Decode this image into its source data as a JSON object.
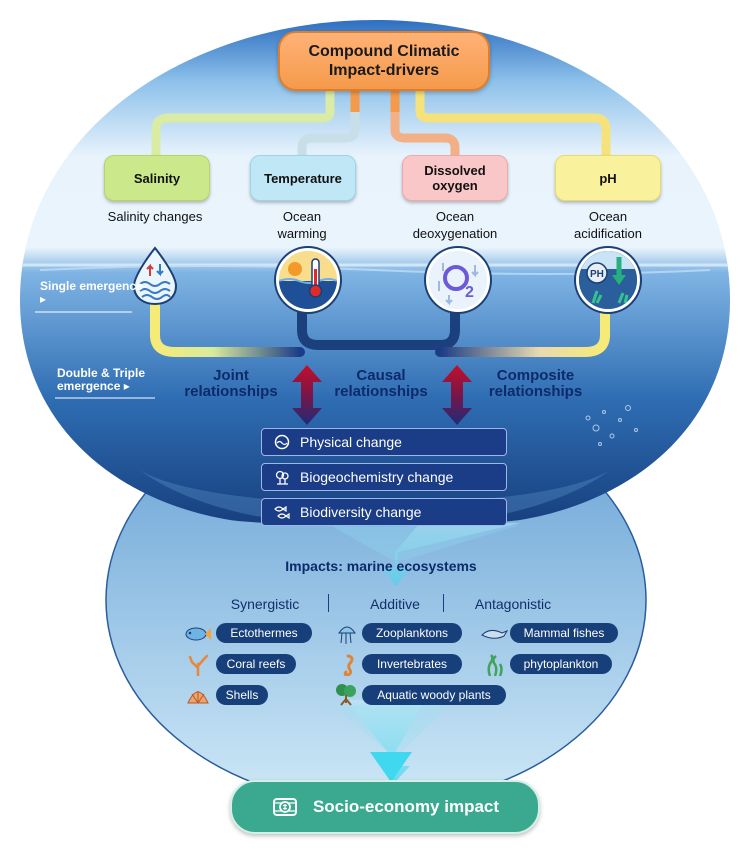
{
  "title": "Compound Climatic Impact-drivers",
  "drivers": [
    {
      "label": "Salinity",
      "desc": "Salinity changes"
    },
    {
      "label": "Temperature",
      "desc": "Ocean warming"
    },
    {
      "label": "Dissolved oxygen",
      "desc": "Ocean deoxygenation"
    },
    {
      "label": "pH",
      "desc": "Ocean acidification"
    }
  ],
  "icons": {
    "salinity": "water-drop-icon",
    "temperature": "thermometer-icon",
    "oxygen": "o2-icon",
    "ph": "ph-icon",
    "ph_text": "PH",
    "o2_text": "O",
    "o2_sub": "2"
  },
  "emergence": {
    "single": "Single emergence",
    "multiple": "Double & Triple emergence"
  },
  "relationships": {
    "joint": "Joint relationships",
    "causal": "Causal relationships",
    "composite": "Composite relationships"
  },
  "changes": [
    "Physical change",
    "Biogeochemistry change",
    "Biodiversity change"
  ],
  "impacts": {
    "title": "Impacts: marine ecosystems",
    "columns": [
      "Synergistic",
      "Additive",
      "Antagonistic"
    ],
    "synergistic": [
      "Ectothermes",
      "Coral reefs",
      "Shells"
    ],
    "additive": [
      "Zooplanktons",
      "Invertebrates",
      "Aquatic woody plants"
    ],
    "antagonistic": [
      "Mammal fishes",
      "phytoplankton"
    ]
  },
  "socio": "Socio-economy impact",
  "colors": {
    "ocean_top": "#cfe6f8",
    "ocean_deep": "#1a4f93",
    "orange": "#f59a4b",
    "green": "#3aa98f",
    "navy": "#1b3c86"
  }
}
